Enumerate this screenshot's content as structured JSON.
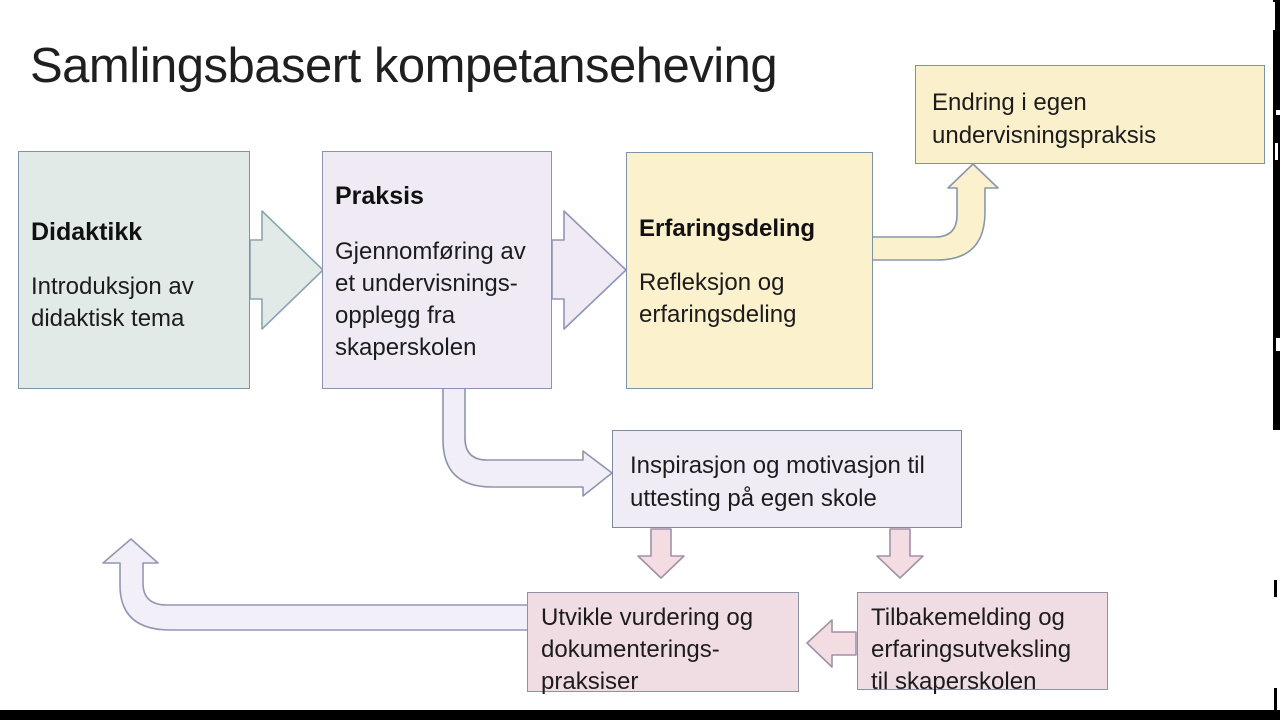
{
  "title": "Samlingsbasert kompetanseheving",
  "boxes": {
    "didaktikk": {
      "heading": "Didaktikk",
      "body_lines": [
        "Introduksjon av",
        "didaktisk tema"
      ],
      "fill": "#e2eae8"
    },
    "praksis": {
      "heading": "Praksis",
      "body_lines": [
        "Gjennomføring av",
        "et undervisnings-",
        "opplegg fra",
        "skaperskolen"
      ],
      "fill": "#efeaf4"
    },
    "erfaringsdeling": {
      "heading": "Erfaringsdeling",
      "body_lines": [
        "Refleksjon og",
        "erfaringsdeling"
      ],
      "fill": "#fbf1cd"
    },
    "endring": {
      "lines": [
        "Endring i egen",
        "undervisningspraksis"
      ],
      "fill": "#faf0cb"
    },
    "inspirasjon": {
      "lines": [
        "Inspirasjon og motivasjon til",
        "uttesting på egen skole"
      ],
      "fill": "#efecf6"
    },
    "utvikle": {
      "lines": [
        "Utvikle vurdering og",
        "dokumenterings-",
        "praksiser"
      ],
      "fill": "#f0dde4"
    },
    "tilbakemelding": {
      "lines": [
        "Tilbakemelding og",
        "erfaringsutveksling",
        "til skaperskolen"
      ],
      "fill": "#f0dde4"
    }
  },
  "arrows": [
    {
      "from": "didaktikk",
      "to": "praksis",
      "style": "block-right",
      "fill": "#e2eae8"
    },
    {
      "from": "praksis",
      "to": "erfaringsdeling",
      "style": "block-right",
      "fill": "#efeaf4"
    },
    {
      "from": "erfaringsdeling",
      "to": "endring",
      "style": "curved-up",
      "fill": "#fbf1cd"
    },
    {
      "from": "praksis",
      "to": "inspirasjon",
      "style": "elbow-down-right",
      "fill": "#f2eef7"
    },
    {
      "from": "inspirasjon",
      "to": "utvikle",
      "style": "block-down",
      "fill": "#f3dde3"
    },
    {
      "from": "inspirasjon",
      "to": "tilbakemelding",
      "style": "block-down",
      "fill": "#f3dde3"
    },
    {
      "from": "tilbakemelding",
      "to": "utvikle",
      "style": "block-left",
      "fill": "#f3dde3"
    },
    {
      "from": "utvikle",
      "to": "didaktikk-loop",
      "style": "curved-up-long",
      "fill": "#f3eff8"
    }
  ],
  "colors": {
    "background": "#ffffff",
    "text": "#1c1c1c",
    "border_blue_gray": "#7d94a7",
    "border_purple_gray": "#8e96ad",
    "pink_arrow_border": "#a291a8",
    "letterbox": "#000000"
  }
}
